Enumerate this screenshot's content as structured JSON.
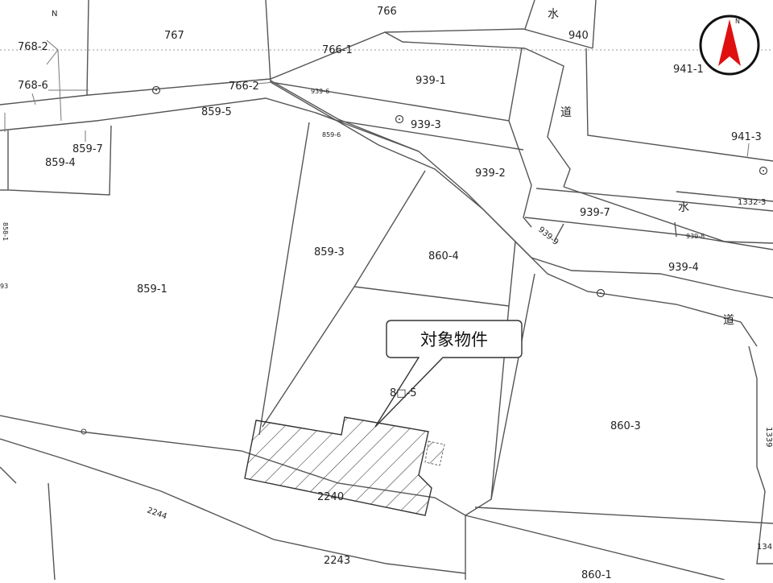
{
  "compass": {
    "label": "N",
    "north_marker": "N"
  },
  "callout": {
    "text": "対象物件"
  },
  "parcels": {
    "p766": "766",
    "p767": "767",
    "p768_2": "768-2",
    "p768_6": "768-6",
    "p766_1": "766-1",
    "p766_2": "766-2",
    "p859_5": "859-5",
    "p859_7": "859-7",
    "p859_4": "859-4",
    "p859_6": "859-6",
    "p859_3": "859-3",
    "p859_1": "859-1",
    "p858_1": "858-1",
    "p939_1": "939-1",
    "p939_6": "939-6",
    "p939_3": "939-3",
    "p939_2": "939-2",
    "p939_7": "939-7",
    "p939_9": "939-9",
    "p939_8": "939-8",
    "p939_4": "939-4",
    "p940": "940",
    "p941_1": "941-1",
    "p941_3": "941-3",
    "p1332_3": "1332-3",
    "p860_4": "860-4",
    "p860_5": "8□-5",
    "p860_3": "860-3",
    "p860_1": "860-1",
    "p2240": "2240",
    "p2243": "2243",
    "p2244": "2244",
    "p1339": "1339",
    "p134": "134",
    "p93": "93"
  },
  "road_labels": {
    "sui_top": "水",
    "do_top": "道",
    "sui_right": "水",
    "do_right": "道"
  }
}
